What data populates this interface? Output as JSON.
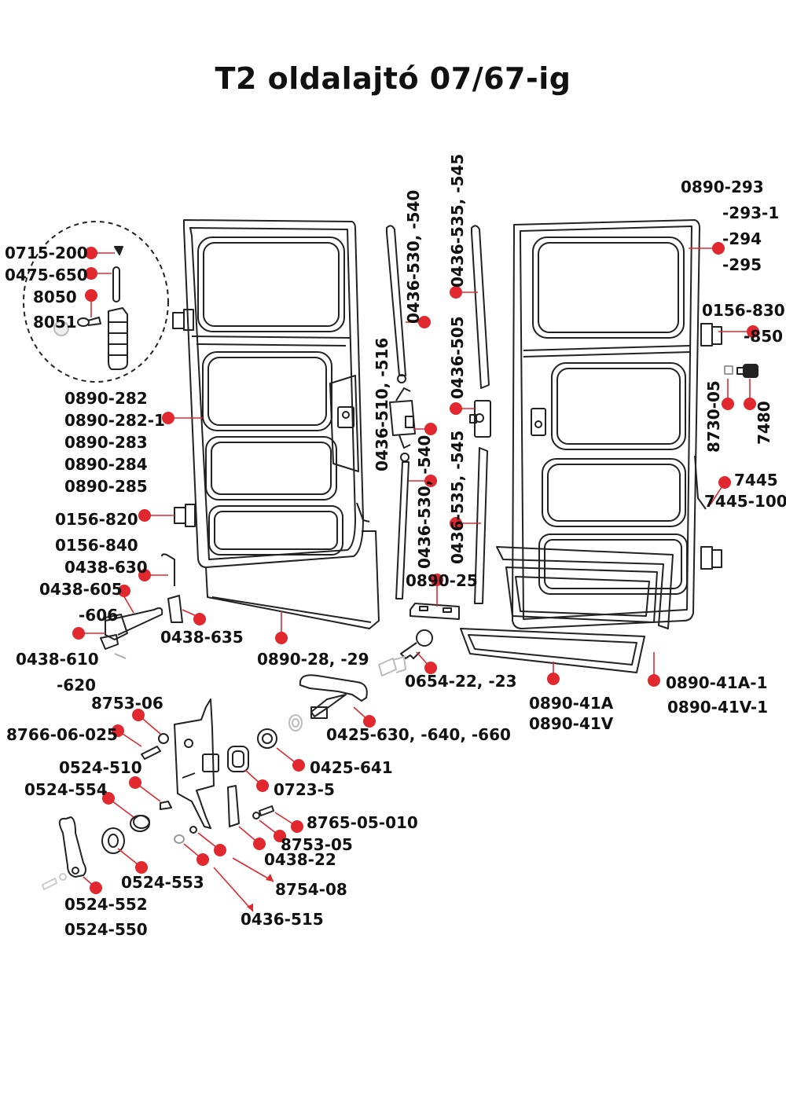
{
  "title": "T2 oldalajtó 07/67-ig",
  "accent_color": "#e0282e",
  "labels": {
    "l0715_200": "0715-200",
    "l0475_650": "0475-650",
    "l8050": "8050",
    "l8051": "8051",
    "l0890_282": "0890-282",
    "l0890_282_1": "0890-282-1",
    "l0890_283": "0890-283",
    "l0890_284": "0890-284",
    "l0890_285": "0890-285",
    "l0156_820": "0156-820",
    "l0156_840": "0156-840",
    "l0438_630": "0438-630",
    "l0438_605": "0438-605",
    "l606": "-606",
    "l0438_635": "0438-635",
    "l0438_610": "0438-610",
    "l620": "-620",
    "l0890_28": "0890-28, -29",
    "l0436_530_top": "0436-530, -540",
    "l0436_535_top": "0436-535, -545",
    "l0436_510": "0436-510, -516",
    "l0436_505": "0436-505",
    "l0436_530_bot": "0436-530, -540",
    "l0436_535_bot": "0436-535, -545",
    "l0890_25": "0890-25",
    "l0654_22": "0654-22, -23",
    "l0425_630": "0425-630, -640, -660",
    "l0890_293": "0890-293",
    "l293_1": "-293-1",
    "l294": "-294",
    "l295": "-295",
    "l0156_830": "0156-830",
    "l850": "-850",
    "l8730_05": "8730-05",
    "l7480": "7480",
    "l7445": "7445",
    "l7445_100": "7445-100",
    "l0890_41A": "0890-41A",
    "l0890_41V": "0890-41V",
    "l0890_41A_1": "0890-41A-1",
    "l0890_41V_1": "0890-41V-1",
    "l8753_06": "8753-06",
    "l8766_06_025": "8766-06-025",
    "l0524_510": "0524-510",
    "l0524_554": "0524-554",
    "l0524_553": "0524-553",
    "l0524_552": "0524-552",
    "l0524_550": "0524-550",
    "l0425_641": "0425-641",
    "l0723_5": "0723-5",
    "l8765_05_010": "8765-05-010",
    "l8753_05": "8753-05",
    "l0438_22": "0438-22",
    "l8754_08": "8754-08",
    "l0436_515": "0436-515"
  }
}
